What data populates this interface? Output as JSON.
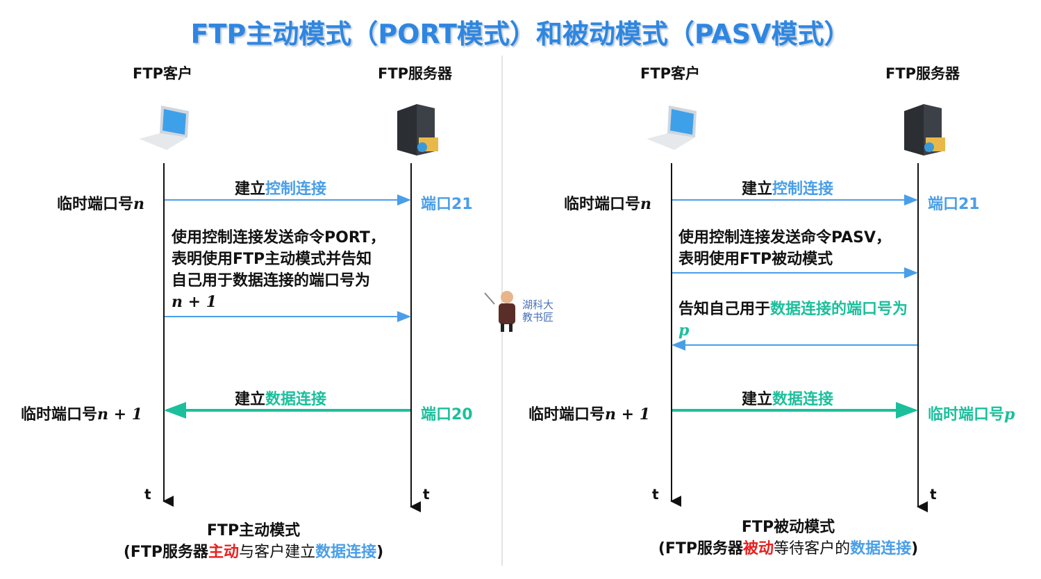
{
  "title": "FTP主动模式（PORT模式）和被动模式（PASV模式）",
  "left": {
    "client": "FTP客户",
    "server": "FTP服务器",
    "client_port": "临时端口号",
    "client_port_var": "n",
    "control": {
      "black": "建立",
      "blue": "控制连接"
    },
    "server_port": "端口21",
    "port_msg": [
      "使用控制连接发送命令PORT，",
      "表明使用FTP主动模式并告知",
      "自己用于数据连接的端口号为"
    ],
    "port_msg_var": "n + 1",
    "data": {
      "black": "建立",
      "green": "数据连接"
    },
    "client_data_port": "临时端口号",
    "client_data_var": "n + 1",
    "server_data_port": "端口20",
    "t": "t",
    "caption1": "FTP主动模式",
    "caption2": {
      "a": "(FTP服务器",
      "b": "主动",
      "c": "与客户建立",
      "d": "数据连接",
      "e": ")"
    }
  },
  "right": {
    "client": "FTP客户",
    "server": "FTP服务器",
    "client_port": "临时端口号",
    "client_port_var": "n",
    "control": {
      "black": "建立",
      "blue": "控制连接"
    },
    "server_port": "端口21",
    "pasv_msg": [
      "使用控制连接发送命令PASV，",
      "表明使用FTP被动模式"
    ],
    "reply": {
      "a": "告知自己用于",
      "b": "数据连接的端口",
      "c": "号为",
      "var": "p"
    },
    "data": {
      "black": "建立",
      "green": "数据连接"
    },
    "client_data_port": "临时端口号",
    "client_data_var": "n + 1",
    "server_data_port": "临时端口号",
    "server_data_var": "p",
    "t": "t",
    "caption1": "FTP被动模式",
    "caption2": {
      "a": "(FTP服务器",
      "b": "被动",
      "c": "等待客户的",
      "d": "数据连接",
      "e": ")"
    }
  },
  "watermark": [
    "湖科大",
    "教书匠"
  ],
  "colors": {
    "blue": "#4a9ee8",
    "green": "#1bbf9b",
    "red": "#e8201e",
    "title": "#2f86e0"
  }
}
